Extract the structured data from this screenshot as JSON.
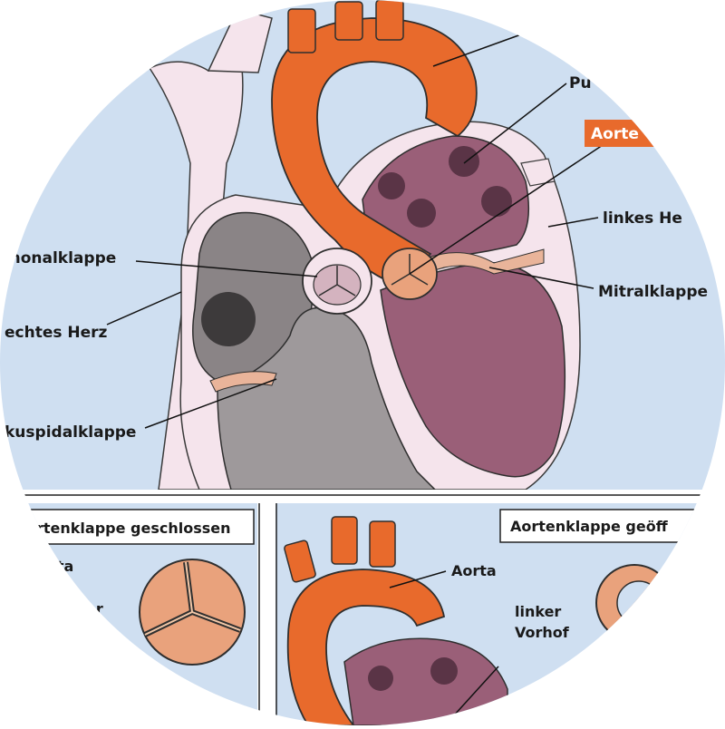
{
  "colors": {
    "background_blue": "#cfdff1",
    "vessel_pink": "#f5e4ec",
    "aorta_orange": "#e86a2c",
    "left_heart_purple": "#9a5f78",
    "right_heart_gray": "#8a8486",
    "valve_peach": "#e9a27c",
    "highlight_orange": "#e86a2c"
  },
  "main_diagram": {
    "labels": {
      "aorta_partial": "",
      "pulmonalvene_partial": "Pu",
      "aortenklappe_highlight": "Aorte",
      "linkes_herz": "linkes He",
      "mitralklappe": "Mitralklappe",
      "pulmonalklappe": "monalklappe",
      "rechtes_herz": "echtes Herz",
      "trikuspidalklappe": "kuspidalklappe"
    }
  },
  "inset_closed": {
    "title": "rtenklappe geschlossen",
    "label_aorta_partial": "rta",
    "label_vorhof_partial": "er"
  },
  "inset_open": {
    "title": "Aortenklappe geöff",
    "label_aorta": "Aorta",
    "label_vorhof_line1": "linker",
    "label_vorhof_line2": "Vorhof"
  }
}
